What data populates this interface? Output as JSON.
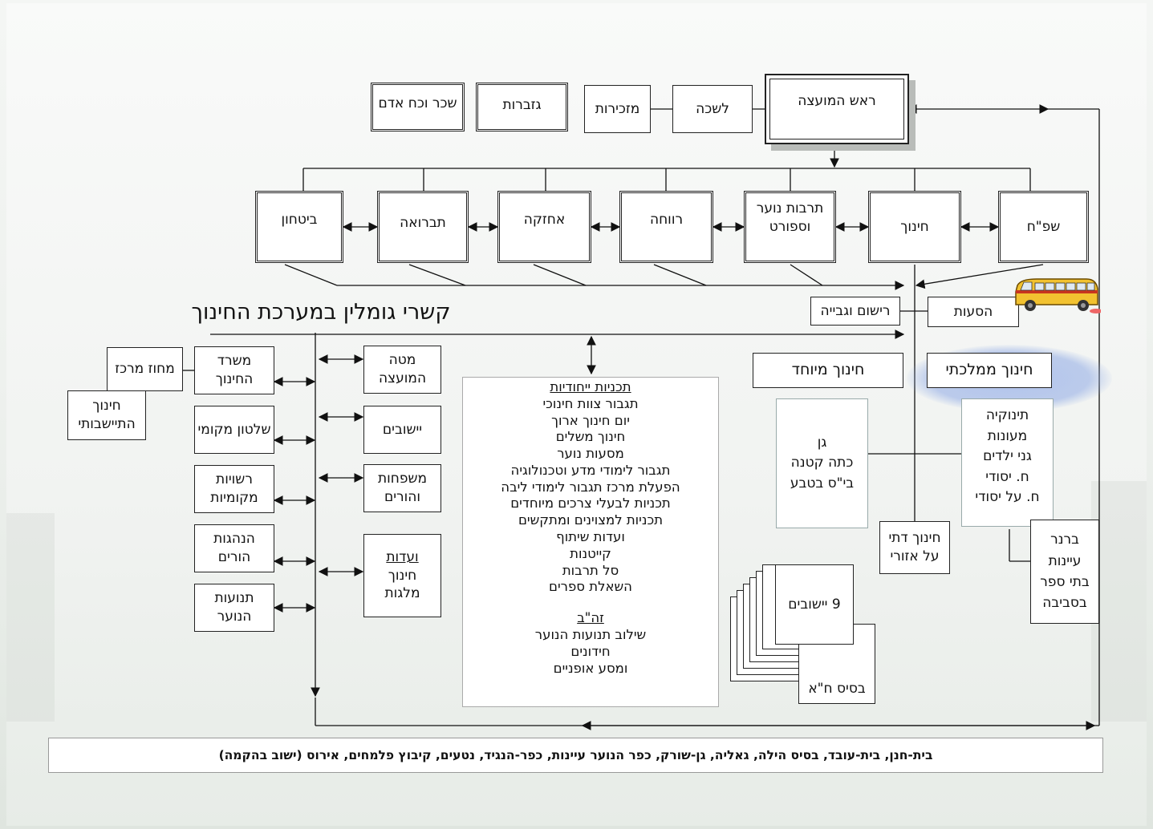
{
  "top_row": {
    "head_council": "ראש המועצה",
    "office": "לשכה",
    "secretariat": "מזכירות",
    "treasury": "גזברות",
    "wages_hr": "שכר וכח אדם"
  },
  "departments": [
    {
      "id": "shpach",
      "label": "שפ\"ח"
    },
    {
      "id": "education",
      "label": "חינוך"
    },
    {
      "id": "youth",
      "label": "תרבות נוער\nוספורט"
    },
    {
      "id": "welfare",
      "label": "רווחה"
    },
    {
      "id": "maintenance",
      "label": "אחזקה"
    },
    {
      "id": "infrastructure",
      "label": "תברואה"
    },
    {
      "id": "security",
      "label": "ביטחון"
    }
  ],
  "transport": "הסעות",
  "registration": "רישום וגבייה",
  "ties_title": "קשרי גומלין במערכת החינוך",
  "state_education": "חינוך ממלכתי",
  "special_education": "חינוך מיוחד",
  "state_list": [
    "תינוקיה",
    "מעונות",
    "גני ילדים",
    "ח. יסודי",
    "ח. על יסודי"
  ],
  "special_list": [
    "גן",
    "כתה קטנה",
    "בי\"ס בטבע"
  ],
  "brenner": [
    "ברנר",
    "עיינות",
    "בתי ספר",
    "בסביבה"
  ],
  "religious": "חינוך דתי\nעל אזורי",
  "settlements_stack": "9 יישובים",
  "base": "בסיס ח\"א",
  "ministry": "משרד\nהחינוך",
  "district": "מחוז מרכז",
  "settlement_edu": "חינוך\nהתיישבותי",
  "local_gov": "שלטון מקומי",
  "local_authorities": "רשויות\nמקומיות",
  "parent_leaders": "הנהגות\nהורים",
  "youth_movements": "תנועות\nהנוער",
  "council_hq": "מטה\nהמועצה",
  "settlements": "יישובים",
  "families": "משפחות\nוהורים",
  "committees_title": "ועדות",
  "committees_rest": "חינוך\nמלגות",
  "programs": {
    "title": "תכניות ייחודיות",
    "items": [
      "תגבור צוות חינוכי",
      "יום חינוך ארוך",
      "חינוך משלים",
      "מסעות נוער",
      "תגבור לימודי מדע וטכנולוגיה",
      "הפעלת מרכז תגבור לימודי ליבה",
      "תכניות לבעלי צרכים מיוחדים",
      "תכניות למצוינים ומתקשים",
      "ועדות שיתוף",
      "קייטנות",
      "סל תרבות",
      "השאלת ספרים"
    ],
    "subtitle": "זה\"ב",
    "items2": [
      "שילוב תנועות הנוער",
      "חידונים",
      "ומסע אופניים"
    ]
  },
  "footer": "בית-חנן, בית-עובד, בסיס הילה, גאליה, גן-שורק, כפר הנוער עיינות, כפר-הנגיד, נטעים,  קיבוץ פלמחים,  אירוס (ישוב בהקמה)",
  "icons": [
    "bus-icon"
  ]
}
